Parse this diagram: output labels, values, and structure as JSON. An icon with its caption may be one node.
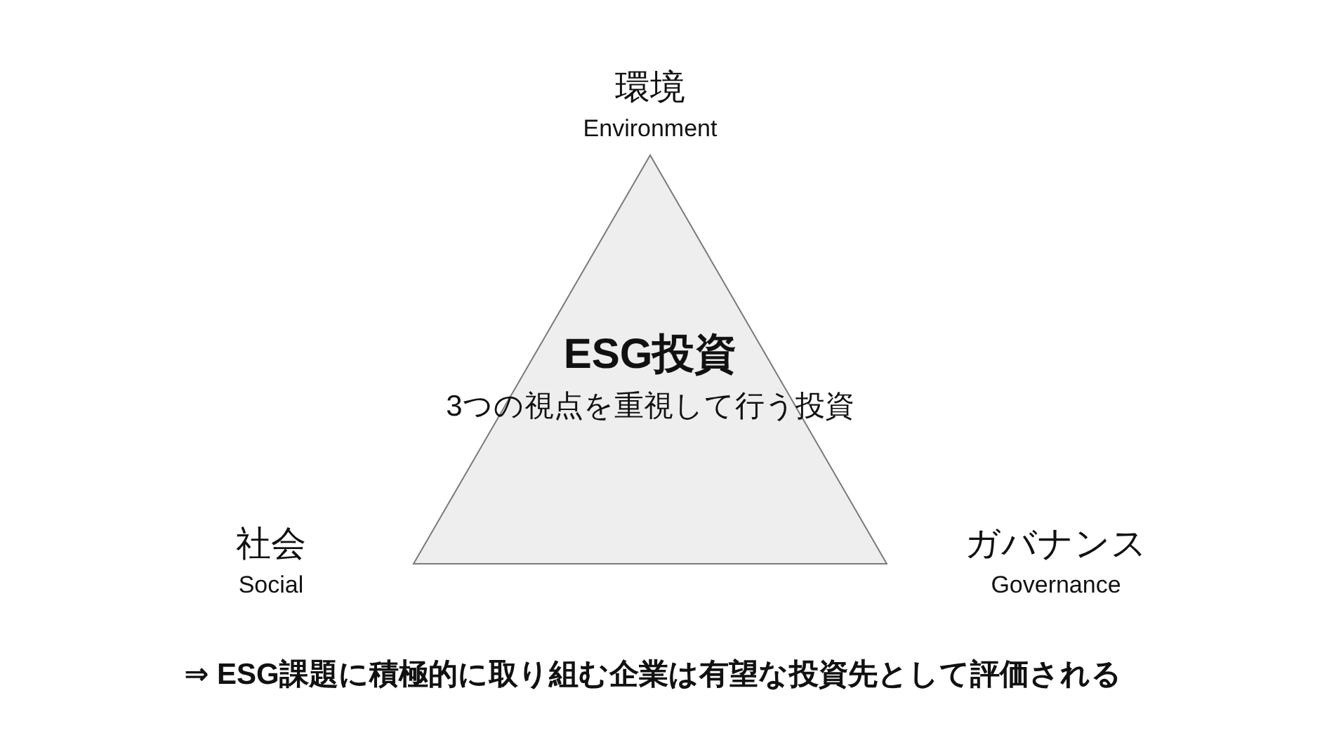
{
  "diagram": {
    "nodes": [
      {
        "text": [
          "ESG投資",
          "3つの視点を重視して行う投資"
        ],
        "beside": [
          "環境",
          "Environment",
          "社会",
          "Social",
          "ガバナンス",
          "Governance"
        ]
      }
    ],
    "caption": "⇒ ESG課題に積極的に取り組む企業は有望な投資先として評価される"
  }
}
